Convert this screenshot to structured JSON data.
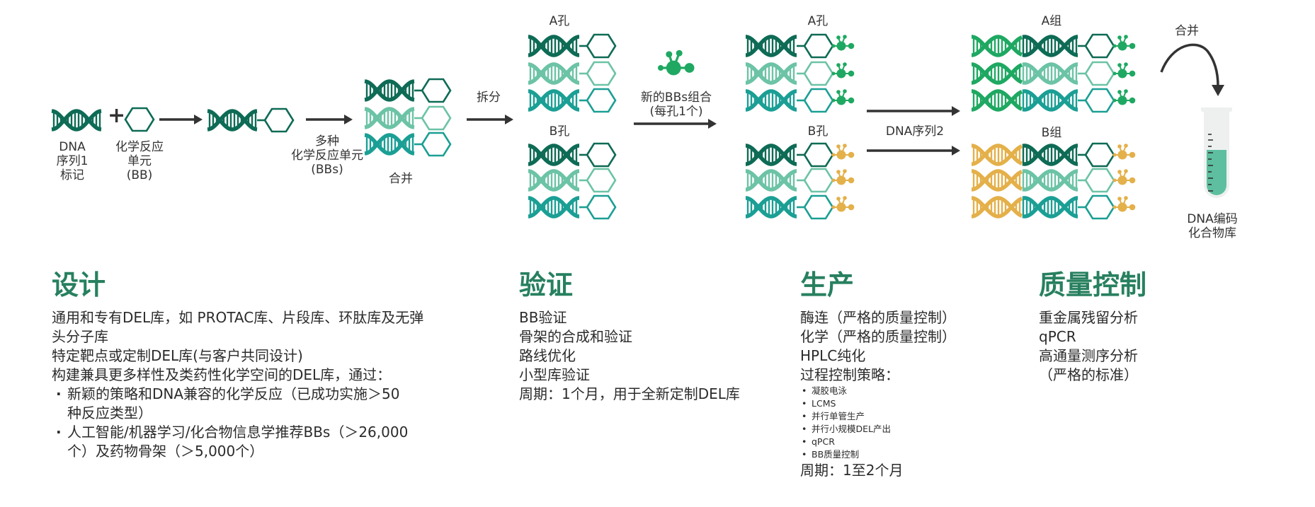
{
  "diagram": {
    "dna1_label": "DNA\n序列1\n标记",
    "plus": "+",
    "bb_label": "化学反应\n单元\n(BB)",
    "multi_bb_label": "多种\n化学反应单元\n(BBs)",
    "pool1_label": "合并",
    "split_label": "拆分",
    "new_bbs_label": "新的BBs组合\n(每孔1个)",
    "well_a_1": "A孔",
    "well_b_1": "B孔",
    "well_a_2": "A孔",
    "well_b_2": "B孔",
    "dna2_label": "DNA序列2",
    "group_a": "A组",
    "group_b": "B组",
    "pool2_label": "合并",
    "library_label": "DNA编码\n化合物库"
  },
  "colors": {
    "dark": "#0e6b55",
    "mint": "#6cc3a6",
    "teal": "#1b9f95",
    "green": "#1fa862",
    "gold": "#e4b04a",
    "heading": "#27805f",
    "liquid": "#5dbf9f",
    "arrow": "#333333"
  },
  "sections": {
    "design": {
      "title": "设计",
      "lines": [
        {
          "text": "通用和专有DEL库，如 PROTAC库、片段库、环肽库及无弹\n头分子库"
        },
        {
          "text": "特定靶点或定制DEL库(与客户共同设计)"
        },
        {
          "text": "构建兼具更多样性及类药性化学空间的DEL库，通过："
        },
        {
          "text": "新颖的策略和DNA兼容的化学反应（已成功实施＞50\n种反应类型）",
          "bullet": true
        },
        {
          "text": "人工智能/机器学习/化合物信息学推荐BBs（＞26,000\n个）及药物骨架（＞5,000个）",
          "bullet": true
        }
      ]
    },
    "validation": {
      "title": "验证",
      "lines": [
        "BB验证",
        "骨架的合成和验证",
        "路线优化",
        "小型库验证",
        "周期：1个月，用于全新定制DEL库"
      ]
    },
    "production": {
      "title": "生产",
      "lines": [
        "酶连（严格的质量控制）",
        "化学（严格的质量控制）",
        "HPLC纯化",
        "过程控制策略："
      ],
      "sub_items": [
        "凝胶电泳",
        "LCMS",
        "并行单管生产",
        "并行小规模DEL产出",
        "qPCR",
        "BB质量控制"
      ],
      "cycle": "周期：1至2个月"
    },
    "qc": {
      "title": "质量控制",
      "lines": [
        "重金属残留分析",
        "qPCR",
        "高通量测序分析",
        "（严格的标准）"
      ]
    }
  }
}
